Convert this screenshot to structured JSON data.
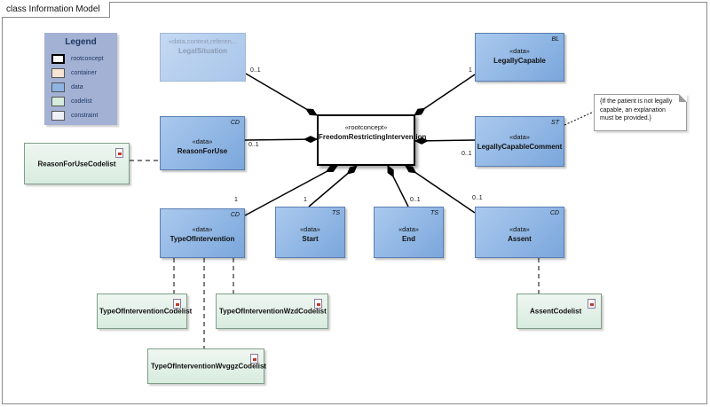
{
  "frame": {
    "title": "class Information Model"
  },
  "legend": {
    "title": "Legend",
    "items": [
      {
        "label": "rootconcept",
        "color": "#ffffff"
      },
      {
        "label": "container",
        "color": "#f7e4d4"
      },
      {
        "label": "data",
        "color": "#8db4e2"
      },
      {
        "label": "codelist",
        "color": "#d6ecdc"
      },
      {
        "label": "constraint",
        "color": "#eef0f8"
      }
    ]
  },
  "root": {
    "stereotype": "«rootconcept»",
    "name": "FreedomRestrictingIntervention"
  },
  "nodes": {
    "legal_situation": {
      "stereotype": "«data,context,referen...",
      "name": "LegalSituation",
      "type": ""
    },
    "legally_capable": {
      "stereotype": "«data»",
      "name": "LegallyCapable",
      "type": "BL"
    },
    "reason_for_use": {
      "stereotype": "«data»",
      "name": "ReasonForUse",
      "type": "CD"
    },
    "legally_capable_comment": {
      "stereotype": "«data»",
      "name": "LegallyCapableComment",
      "type": "ST"
    },
    "type_of_intervention": {
      "stereotype": "«data»",
      "name": "TypeOfIntervention",
      "type": "CD"
    },
    "start": {
      "stereotype": "«data»",
      "name": "Start",
      "type": "TS"
    },
    "end": {
      "stereotype": "«data»",
      "name": "End",
      "type": "TS"
    },
    "assent": {
      "stereotype": "«data»",
      "name": "Assent",
      "type": "CD"
    }
  },
  "codelists": {
    "reason_for_use": "ReasonForUseCodelist",
    "type_of_intervention": "TypeOfInterventionCodelist",
    "type_of_intervention_wzd": "TypeOfInterventionWzdCodelist",
    "type_of_intervention_wvggz": "TypeOfInterventionWvggzCodelist",
    "assent": "AssentCodelist"
  },
  "multiplicities": {
    "legal_situation": "0..1",
    "legally_capable": "1",
    "reason_for_use": "0..1",
    "legally_capable_comment": "0..1",
    "type_of_intervention": "1",
    "start": "1",
    "end": "0..1",
    "assent": "0..1"
  },
  "note": {
    "text": "{If the patient is not legally capable, an explanation must be provided.}"
  }
}
